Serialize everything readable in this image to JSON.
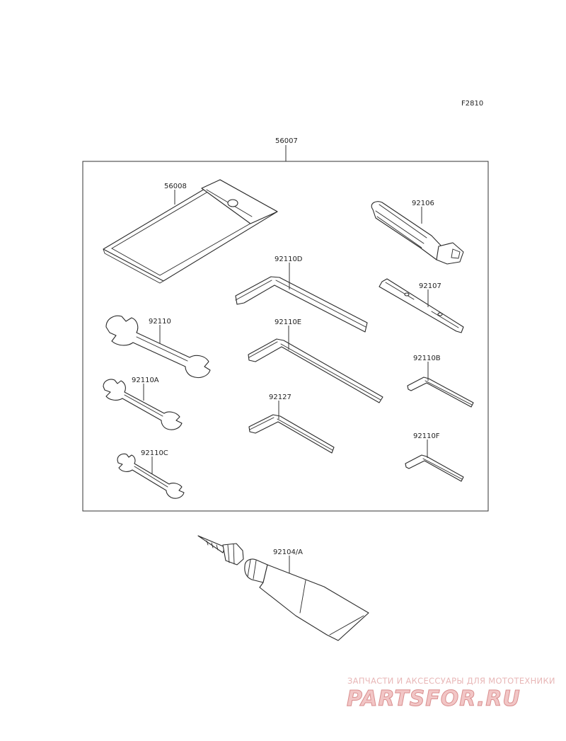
{
  "figure_code": "F2810",
  "assembly": {
    "part_number": "56007"
  },
  "parts": {
    "pouch": "56008",
    "screwdriver_handle": "92106",
    "screwdriver_bit": "92107",
    "hex_wrench_d": "92110D",
    "hex_wrench_e": "92110E",
    "hex_wrench_b": "92110B",
    "hex_wrench_f": "92110F",
    "hex_wrench_127": "92127",
    "spanner": "92110",
    "spanner_a": "92110A",
    "spanner_c": "92110C",
    "tube_and_tool": "92104/A"
  },
  "watermark": {
    "tagline": "ЗАПЧАСТИ И АКСЕССУАРЫ ДЛЯ МОТОТЕХНИКИ",
    "brand": "PARTSFOR.RU"
  }
}
